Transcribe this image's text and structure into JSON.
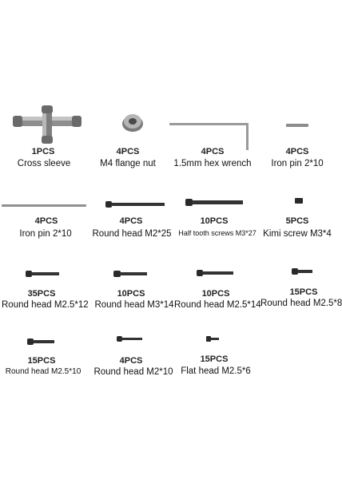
{
  "items": [
    {
      "qty": "1PCS",
      "name": "Cross sleeve",
      "icon": "cross-wrench"
    },
    {
      "qty": "4PCS",
      "name": "M4 flange nut",
      "icon": "flange-nut"
    },
    {
      "qty": "4PCS",
      "name": "1.5mm hex wrench",
      "icon": "hex-wrench"
    },
    {
      "qty": "4PCS",
      "name": "Iron pin 2*10",
      "icon": "short-pin"
    },
    {
      "qty": "4PCS",
      "name": "Iron pin 2*10",
      "icon": "long-pin"
    },
    {
      "qty": "4PCS",
      "name": "Round head M2*25",
      "icon": "screw"
    },
    {
      "qty": "10PCS",
      "name": "Half tooth screws M3*27",
      "icon": "screw"
    },
    {
      "qty": "5PCS",
      "name": "Kimi screw M3*4",
      "icon": "set-screw"
    },
    {
      "qty": "35PCS",
      "name": "Round head M2.5*12",
      "icon": "screw"
    },
    {
      "qty": "10PCS",
      "name": "Round head M3*14",
      "icon": "screw"
    },
    {
      "qty": "10PCS",
      "name": "Round head M2.5*14",
      "icon": "screw"
    },
    {
      "qty": "15PCS",
      "name": "Round head M2.5*8",
      "icon": "screw"
    },
    {
      "qty": "15PCS",
      "name": "Round head M2.5*10",
      "icon": "screw"
    },
    {
      "qty": "4PCS",
      "name": "Round head M2*10",
      "icon": "screw"
    },
    {
      "qty": "15PCS",
      "name": "Flat head M2.5*6",
      "icon": "screw"
    }
  ]
}
